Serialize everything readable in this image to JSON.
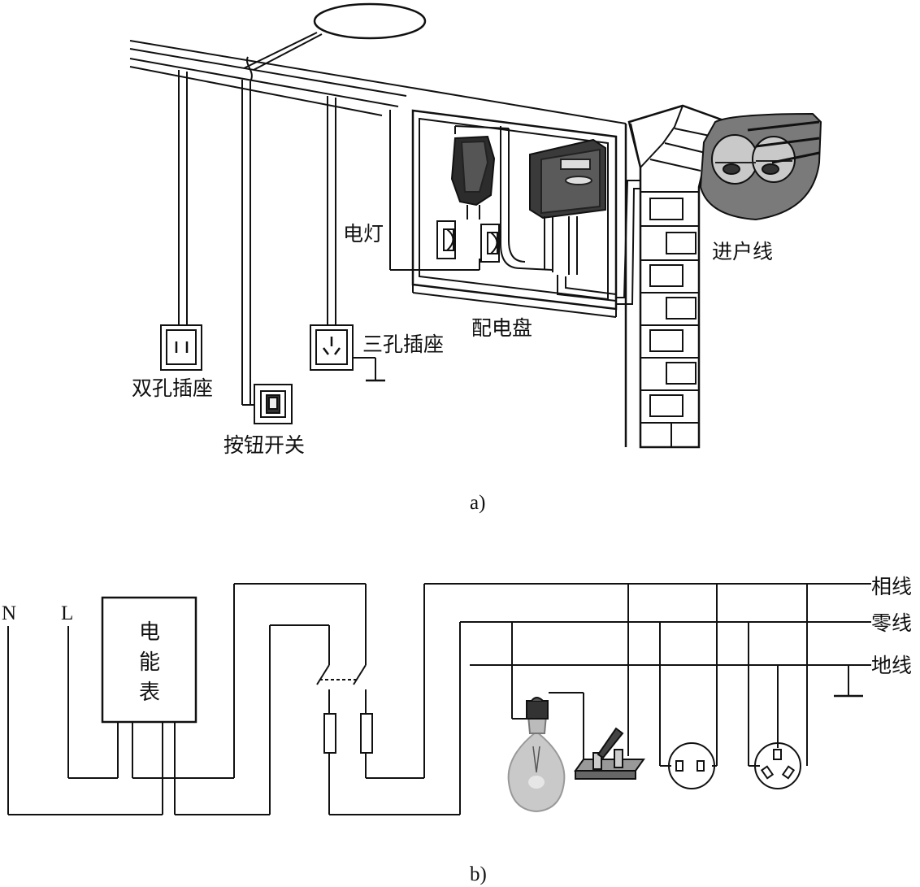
{
  "figure_a": {
    "caption": "a)",
    "labels": {
      "lamp": "电灯",
      "service_entrance": "进户线",
      "distribution_board": "配电盘",
      "three_hole_socket": "三孔插座",
      "two_hole_socket": "双孔插座",
      "push_switch": "按钮开关"
    }
  },
  "figure_b": {
    "caption": "b)",
    "supply": {
      "neutral": "N",
      "line": "L"
    },
    "meter": {
      "line1": "电",
      "line2": "能",
      "line3": "表"
    },
    "wires": {
      "phase": "相线",
      "neutral": "零线",
      "ground": "地线"
    }
  },
  "colors": {
    "ink": "#111111",
    "brick": "#ffffff",
    "bulb": "#bdbdbd",
    "meter_body": "#3a3a3a"
  }
}
